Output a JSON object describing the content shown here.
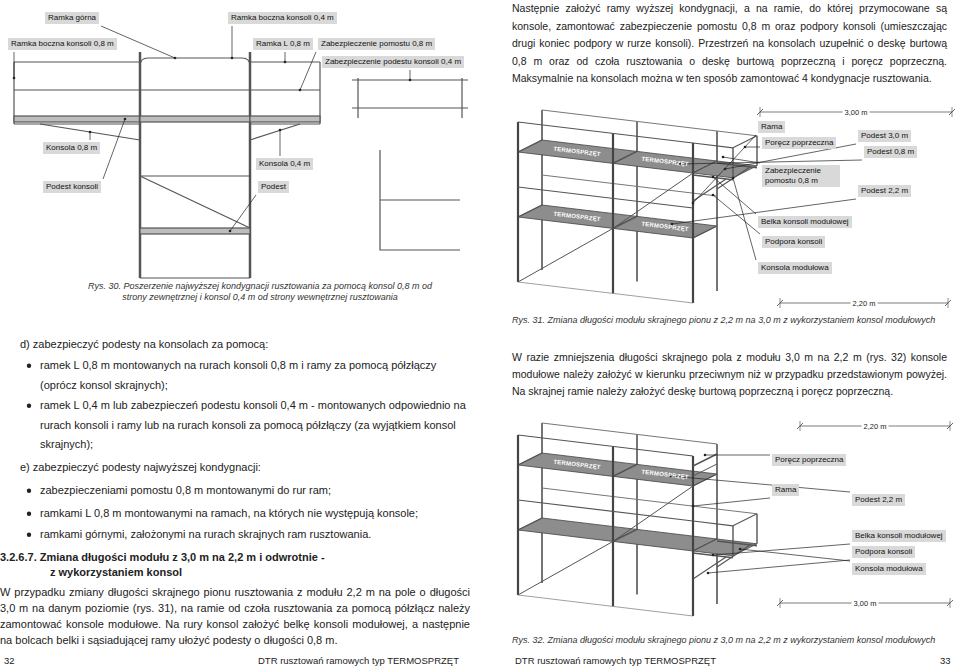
{
  "diagram": {
    "nodes": [
      {
        "text": [
          "Ramka górna"
        ]
      },
      {
        "text": [
          "Ramka boczna konsoli 0,4 m"
        ]
      },
      {
        "text": [
          "Ramka boczna konsoli 0,8 m"
        ]
      },
      {
        "text": [
          "Ramka L 0,8 m"
        ]
      },
      {
        "text": [
          "Zabezpieczenie pomostu 0,8 m"
        ]
      },
      {
        "text": [
          "Zabezpieczenie podestu konsoli 0,4 m"
        ]
      },
      {
        "text": [
          "Konsola 0,8 m"
        ]
      },
      {
        "text": [
          "Podest konsoli"
        ]
      },
      {
        "text": [
          "Konsola 0,4 m"
        ]
      },
      {
        "text": [
          "Podest"
        ]
      },
      {
        "text": [
          "Rama"
        ]
      },
      {
        "text": [
          "Podest 3,0 m"
        ]
      },
      {
        "text": [
          "Poręcz poprzeczna"
        ]
      },
      {
        "text": [
          "Podest 0,8 m"
        ]
      },
      {
        "text": [
          "Zabezpieczenie pomostu 0,8 m"
        ]
      },
      {
        "text": [
          "Podest 2,2 m"
        ]
      },
      {
        "text": [
          "Belka konsoli modułowej"
        ]
      },
      {
        "text": [
          "Podpora konsoli"
        ]
      },
      {
        "text": [
          "Konsola modułowa"
        ]
      },
      {
        "text": [
          "Poręcz poprzeczna"
        ]
      },
      {
        "text": [
          "Rama"
        ]
      },
      {
        "text": [
          "Podest 2,2 m"
        ]
      },
      {
        "text": [
          "Belka konsoli modułowej"
        ]
      },
      {
        "text": [
          "Podpora konsoli"
        ]
      },
      {
        "text": [
          "Konsola modułowa"
        ]
      }
    ],
    "labels": [
      "Rys. 30. Poszerzenie najwyższej kondygnacji rusztowania za pomocą konsol 0,8 m od strony zewnętrznej i konsol 0,4 m od strony wewnętrznej rusztowania",
      "d) zabezpieczyć podesty na konsolach za pomocą:",
      "ramek L 0,8 m montowanych na rurach konsoli 0,8 m i ramy za pomocą półzłączy (oprócz konsol skrajnych);",
      "ramek L 0,4 m lub zabezpieczeń podestu konsoli 0,4 m - montowanych odpowiednio na rurach konsoli i ramy lub na rurach konsoli za pomocą półzłączy (za wyjątkiem konsol skrajnych);",
      "e) zabezpieczyć podesty najwyższej kondygnacji:",
      "zabezpieczeniami pomostu 0,8 m montowanymi do rur ram;",
      "ramkami L 0,8 m montowanymi na ramach, na których nie występują konsole;",
      "ramkami górnymi, założonymi na rurach skrajnych ram rusztowania.",
      "3.2.6.7. Zmiana długości modułu z 3,0 m na 2,2 m i odwrotnie - z wykorzystaniem konsol",
      "W przypadku zmiany długości skrajnego pionu rusztowania z modułu 2,2 m na pole o długości 3,0 m na danym poziomie (rys. 31), na ramie od czoła rusztowania za pomocą półzłącz należy zamontować konsole modułowe. Na rury konsol założyć belkę konsoli modułowej, a następnie na bolcach belki i sąsiadującej ramy ułożyć podesty o długości 0,8 m.",
      "32",
      "DTR rusztowań ramowych typ TERMOSPRZĘT",
      "Następnie założyć ramy wyższej kondygnacji, a na ramie, do której przymocowane są konsole, zamontować zabezpieczenie pomostu 0,8 m oraz podpory konsoli (umieszczając drugi koniec podpory w rurze konsoli). Przestrzeń na konsolach uzupełnić o deskę burtową 0,8 m oraz od czoła rusztowania o deskę burtową poprzeczną i poręcz poprzeczną. Maksymalnie na konsolach można w ten sposób zamontować 4 kondygnacje rusztowania.",
      "3,00 m",
      "TERMOSPRZĘT",
      "TERMOSPRZĘT",
      "TERMOSPRZĘT",
      "TERMOSPRZĘT",
      "2,20 m",
      "Rys. 31. Zmiana długości modułu skrajnego pionu z 2,2 m na 3,0 m z wykorzystaniem konsol modułowych",
      "W razie zmniejszenia długości skrajnego pola z modułu 3,0 m na 2,2 m (rys. 32) konsole modułowe należy założyć w kierunku przeciwnym niż w przypadku przedstawionym powyżej. Na skrajnej ramie należy założyć deskę burtową poprzeczną i poręcz poprzeczną.",
      "2,20 m",
      "TERMOSPRZĘT",
      "TERMOSPRZĘT",
      "3,00 m",
      "Rys. 32. Zmiana długości modułu skrajnego pionu z 3,0 m na 2,2 m z wykorzystaniem konsol modułowych",
      "DTR rusztowań ramowych typ TERMOSPRZĘT",
      "33"
    ]
  }
}
